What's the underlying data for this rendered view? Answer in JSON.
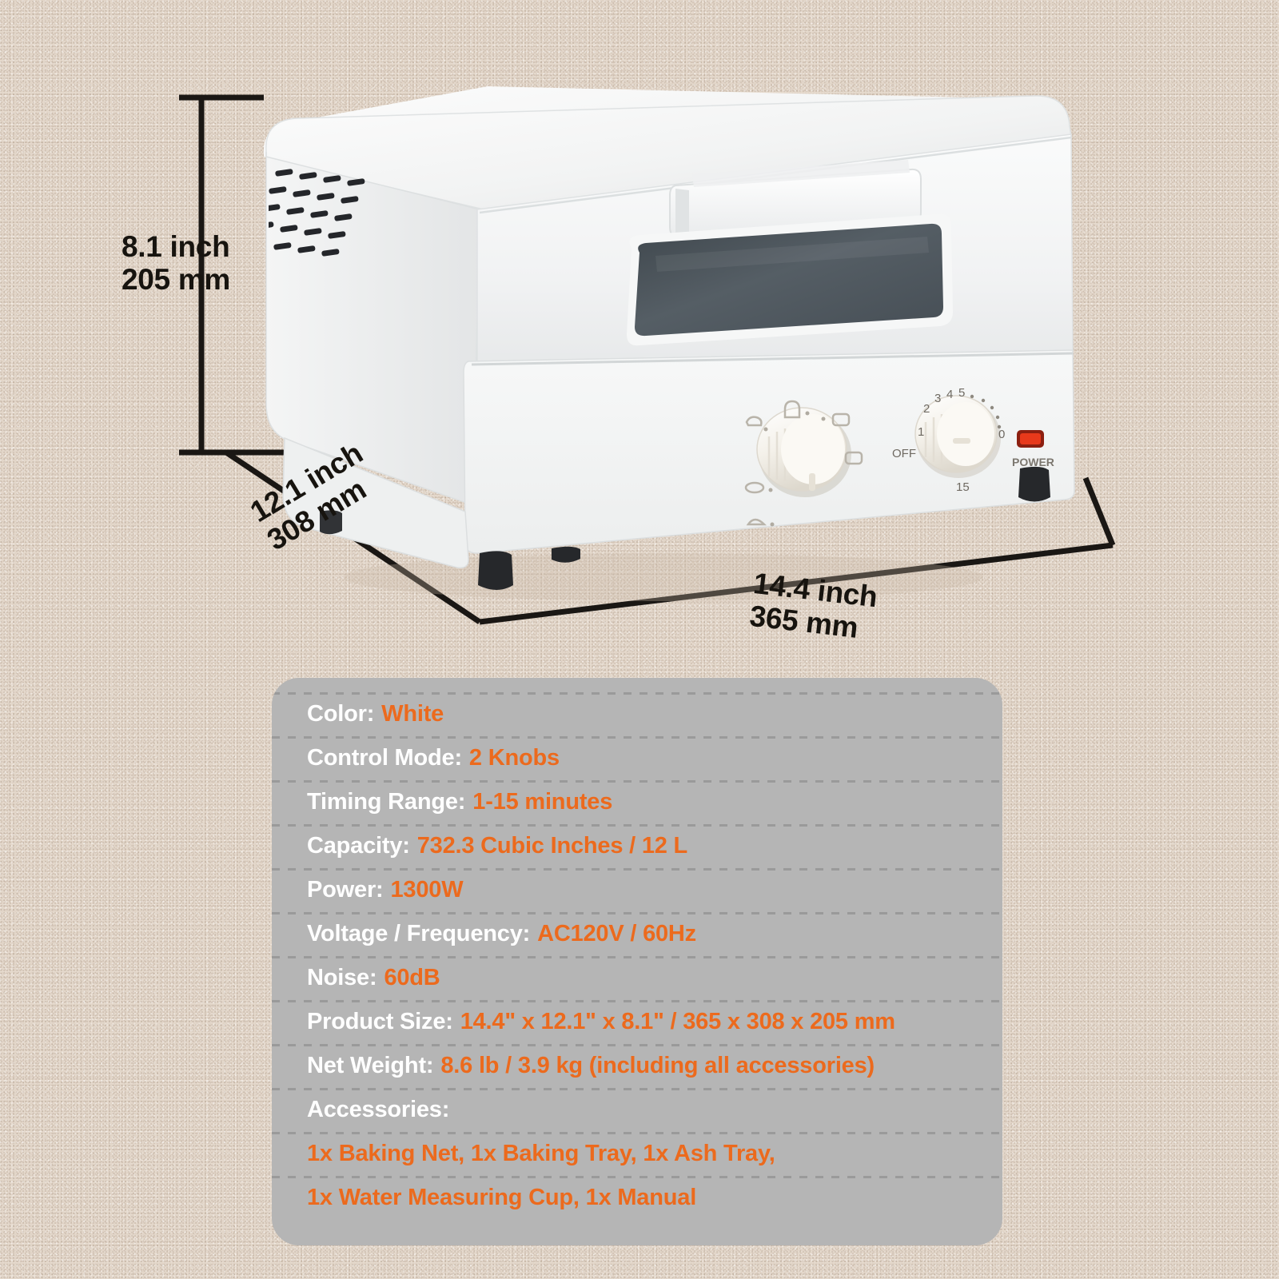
{
  "background": {
    "color": "#e6d9cb"
  },
  "product": {
    "name": "countertop-toaster-oven",
    "body_color": "#ffffff",
    "window_color": "#4a5258",
    "accent_power_color": "#e23b1c",
    "parts": {
      "door_handle": "door-handle",
      "viewing_window": "viewing-window",
      "vent_grille": "vent-grille",
      "function_knob": "function-knob",
      "timer_knob": "timer-knob",
      "power_indicator_label": "POWER",
      "feet": "rubber-feet"
    },
    "timer_knob_marks": [
      "OFF",
      "1",
      "2",
      "3",
      "4",
      "5",
      "0",
      "15"
    ]
  },
  "dimensions": {
    "height": {
      "imperial": "8.1 inch",
      "metric": "205 mm"
    },
    "depth": {
      "imperial": "12.1 inch",
      "metric": "308 mm"
    },
    "width": {
      "imperial": "14.4 inch",
      "metric": "365 mm"
    }
  },
  "spec_panel": {
    "background_color": "#b5b5b5",
    "label_color": "#ffffff",
    "value_color": "#ec6a1d",
    "rows": [
      {
        "label": "Color:",
        "value": "White"
      },
      {
        "label": "Control Mode:",
        "value": "2 Knobs"
      },
      {
        "label": "Timing Range:",
        "value": "1-15 minutes"
      },
      {
        "label": "Capacity:",
        "value": "732.3 Cubic Inches / 12 L"
      },
      {
        "label": "Power:",
        "value": "1300W"
      },
      {
        "label": "Voltage / Frequency:",
        "value": "AC120V / 60Hz"
      },
      {
        "label": "Noise:",
        "value": "60dB"
      },
      {
        "label": "Product Size:",
        "value": "14.4\" x 12.1\" x 8.1\" / 365 x 308 x 205 mm"
      },
      {
        "label": "Net Weight:",
        "value": "8.6 lb / 3.9 kg (including all accessories)"
      },
      {
        "label": "Accessories:",
        "value": ""
      },
      {
        "label": "",
        "value": "1x Baking Net, 1x Baking Tray, 1x Ash Tray,"
      },
      {
        "label": "",
        "value": "1x Water Measuring Cup, 1x Manual"
      }
    ]
  }
}
